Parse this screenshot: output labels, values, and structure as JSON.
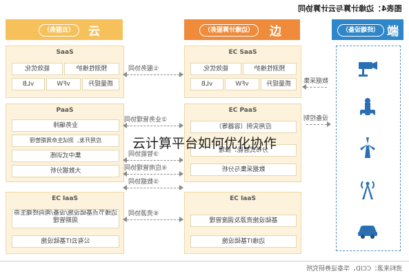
{
  "figure_title": "图表4：边缘计算与云计算协同",
  "columns": {
    "cloud": {
      "big": "云",
      "pill": "（云服务）"
    },
    "edge": {
      "big": "边",
      "pill": "（边缘计算服务）"
    },
    "terminal": {
      "big": "端",
      "pill": "（终端设备）"
    }
  },
  "layers": {
    "cloud_saas": {
      "title": "SaaS",
      "cells": [
        "预测性维护",
        "能效优化",
        "质量提升",
        "vFW",
        "vLB"
      ]
    },
    "edge_saas": {
      "title": "EC SaaS",
      "cells": [
        "预测性维护",
        "能效优化",
        "质量提升",
        "vFW",
        "vLB"
      ]
    },
    "cloud_paas": {
      "title": "PaaS",
      "cells": [
        "业务编排",
        "应用开发、测试生命周期管理",
        "集中式训练",
        "大数据分析"
      ]
    },
    "edge_paas": {
      "title": "EC PaaS",
      "cells": [
        "应用实例（容器等）",
        "分布式智能：推理",
        "数据采集与分析"
      ]
    },
    "cloud_iaas": {
      "title": "EC IaaS",
      "cells": [
        "边缘节点基础设施/设备/南向终端生命周期管理",
        "公有云IT基础设施"
      ]
    },
    "edge_iaas": {
      "title": "EC IaaS",
      "cells": [
        "基础设施资源及调度管理",
        "边缘IT基础设施"
      ]
    }
  },
  "arrows": [
    "①服务协同",
    "②业务管理协同",
    "③智能协同",
    "④应用管理协同",
    "⑤数据协同",
    "⑥资源协同"
  ],
  "terminal_arrows": [
    "数据采集",
    "设备控制"
  ],
  "devices": [
    "camera-icon",
    "robot-icon",
    "wind-turbine-icon",
    "signal-tower-icon",
    "car-icon"
  ],
  "overlay_caption": "云计算平台如何优化协作",
  "footer_source": "资料来源：CCID，华泰证券研究所",
  "colors": {
    "cloud": "#f6c15b",
    "edge": "#ef8b3a",
    "terminal": "#2f86c9",
    "panel_border": "#e3c27a",
    "device_icon": "#2b6fb3"
  }
}
